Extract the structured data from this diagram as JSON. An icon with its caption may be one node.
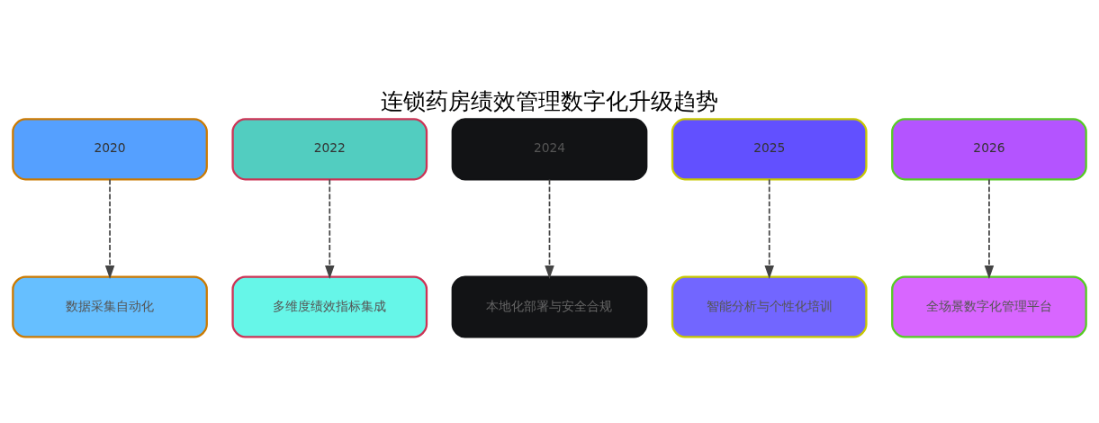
{
  "diagram": {
    "title": "连锁药房绩效管理数字化升级趋势",
    "nodes": [
      {
        "text": [
          "2020"
        ]
      },
      {
        "text": [
          "2022"
        ]
      },
      {
        "text": [
          "2024"
        ]
      },
      {
        "text": [
          "2025"
        ]
      },
      {
        "text": [
          "2026"
        ]
      },
      {
        "text": [
          "数据采集自动化"
        ]
      },
      {
        "text": [
          "多维度绩效指标集成"
        ]
      },
      {
        "text": [
          "本地化部署与安全合规"
        ]
      },
      {
        "text": [
          "智能分析与个性化培训"
        ]
      },
      {
        "text": [
          "全场景数字化管理平台"
        ]
      }
    ],
    "edges": [
      {
        "from": 0,
        "to": 5,
        "arrow": "to",
        "style": "dashed"
      },
      {
        "from": 1,
        "to": 6,
        "arrow": "to",
        "style": "dashed"
      },
      {
        "from": 2,
        "to": 7,
        "arrow": "to",
        "style": "dashed"
      },
      {
        "from": 3,
        "to": 8,
        "arrow": "to",
        "style": "dashed"
      },
      {
        "from": 4,
        "to": 9,
        "arrow": "to",
        "style": "dashed"
      }
    ]
  }
}
